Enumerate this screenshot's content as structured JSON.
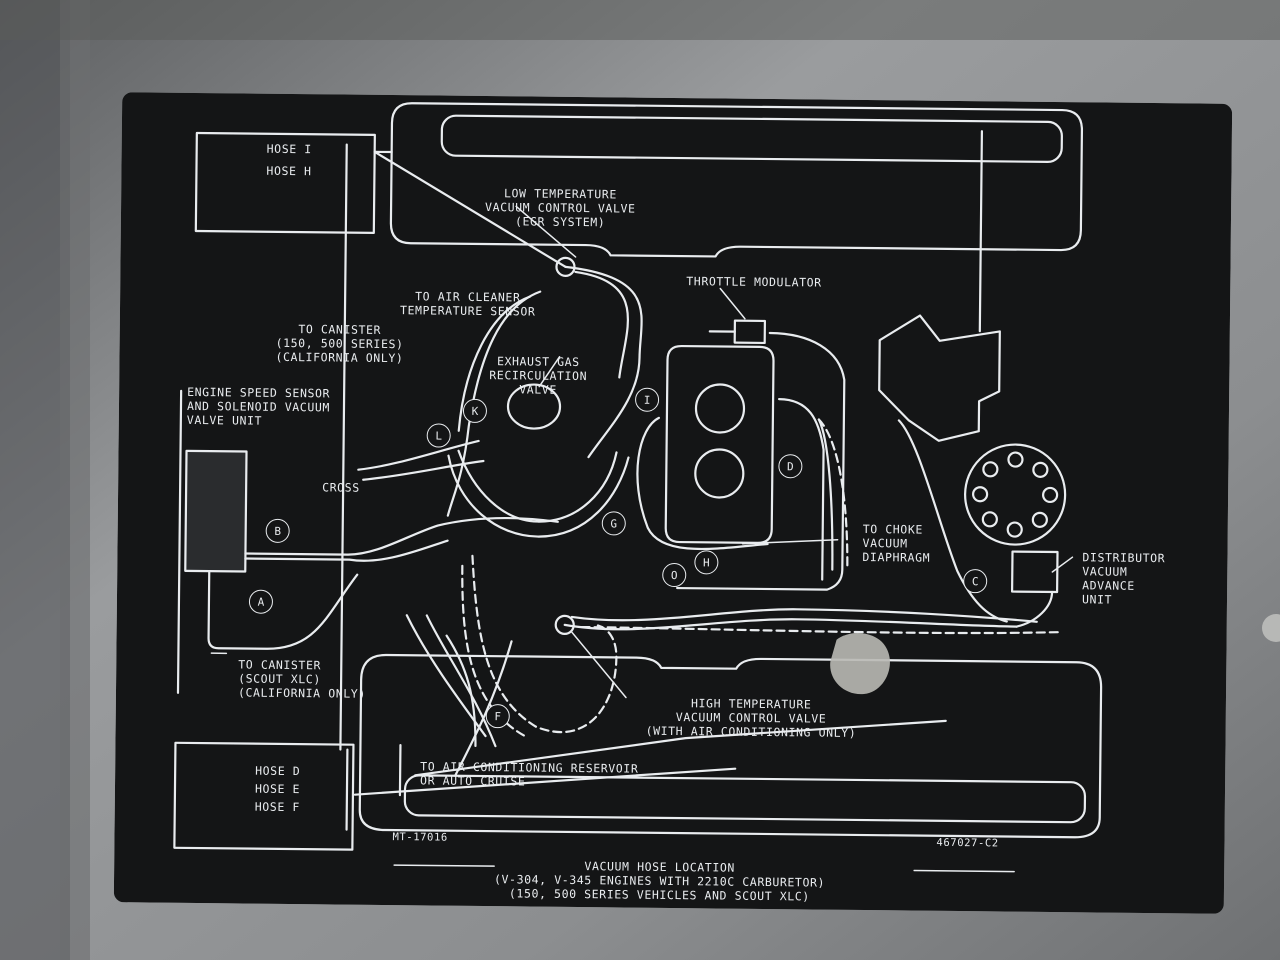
{
  "labels": {
    "hose_i": "HOSE I",
    "hose_h": "HOSE H",
    "low_temp": [
      "LOW TEMPERATURE",
      "VACUUM CONTROL VALVE",
      "(EGR SYSTEM)"
    ],
    "throttle_modulator": "THROTTLE MODULATOR",
    "air_cleaner": [
      "TO AIR CLEANER",
      "TEMPERATURE SENSOR"
    ],
    "canister_150": [
      "TO CANISTER",
      "(150, 500 SERIES)",
      "(CALIFORNIA ONLY)"
    ],
    "egr_valve": [
      "EXHAUST GAS",
      "RECIRCULATION",
      "VALVE"
    ],
    "engine_speed": [
      "ENGINE SPEED SENSOR",
      "AND SOLENOID VACUUM",
      "VALVE UNIT"
    ],
    "cross": "CROSS",
    "choke": [
      "TO CHOKE",
      "VACUUM",
      "DIAPHRAGM"
    ],
    "distributor": [
      "DISTRIBUTOR",
      "VACUUM",
      "ADVANCE",
      "UNIT"
    ],
    "canister_scout": [
      "TO CANISTER",
      "(SCOUT XLC)",
      "(CALIFORNIA ONLY)"
    ],
    "high_temp": [
      "HIGH TEMPERATURE",
      "VACUUM CONTROL VALVE",
      "(WITH AIR CONDITIONING ONLY)"
    ],
    "ac_reservoir": [
      "TO AIR CONDITIONING RESERVOIR",
      "OR AUTO CRUISE"
    ],
    "hose_d": "HOSE D",
    "hose_e": "HOSE E",
    "hose_f": "HOSE F",
    "part_left": "MT-17016",
    "part_right": "467027-C2",
    "title": [
      "VACUUM HOSE LOCATION",
      "(V-304, V-345 ENGINES WITH 2210C CARBURETOR)",
      "(150, 500 SERIES VEHICLES AND SCOUT XLC)"
    ]
  },
  "hose_letters": [
    "A",
    "B",
    "C",
    "D",
    "F",
    "G",
    "H",
    "I",
    "K",
    "L",
    "O"
  ],
  "colors": {
    "decal": "#141516",
    "line": "#e9ecef",
    "panel": "#8a8c8e"
  }
}
